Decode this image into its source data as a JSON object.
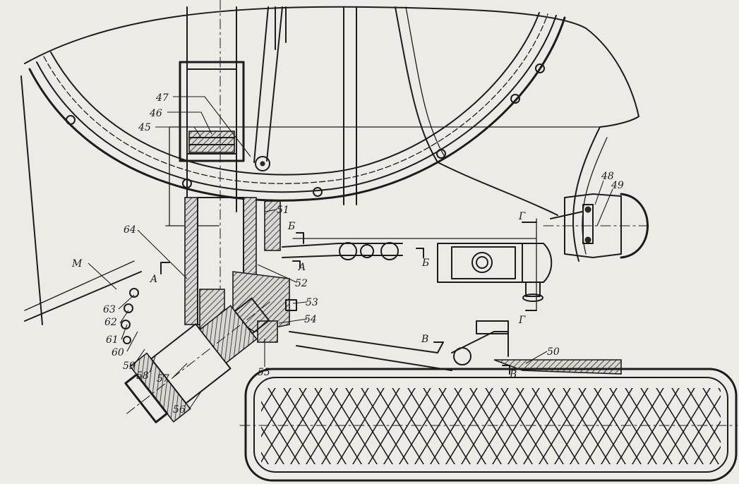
{
  "drawing": {
    "callouts": [
      {
        "id": "45",
        "label": "45"
      },
      {
        "id": "46",
        "label": "46"
      },
      {
        "id": "47",
        "label": "47"
      },
      {
        "id": "48",
        "label": "48"
      },
      {
        "id": "49",
        "label": "49"
      },
      {
        "id": "50",
        "label": "50"
      },
      {
        "id": "51",
        "label": "51"
      },
      {
        "id": "52",
        "label": "52"
      },
      {
        "id": "53",
        "label": "53"
      },
      {
        "id": "54",
        "label": "54"
      },
      {
        "id": "55",
        "label": "55"
      },
      {
        "id": "56",
        "label": "56"
      },
      {
        "id": "57",
        "label": "57"
      },
      {
        "id": "58",
        "label": "58"
      },
      {
        "id": "59",
        "label": "59"
      },
      {
        "id": "60",
        "label": "60"
      },
      {
        "id": "61",
        "label": "61"
      },
      {
        "id": "62",
        "label": "62"
      },
      {
        "id": "63",
        "label": "63"
      },
      {
        "id": "64",
        "label": "64"
      }
    ],
    "section_marks": {
      "M": "M",
      "A": "A",
      "B_cyr": "Б",
      "V_cyr": "В",
      "G_cyr": "Г"
    }
  }
}
